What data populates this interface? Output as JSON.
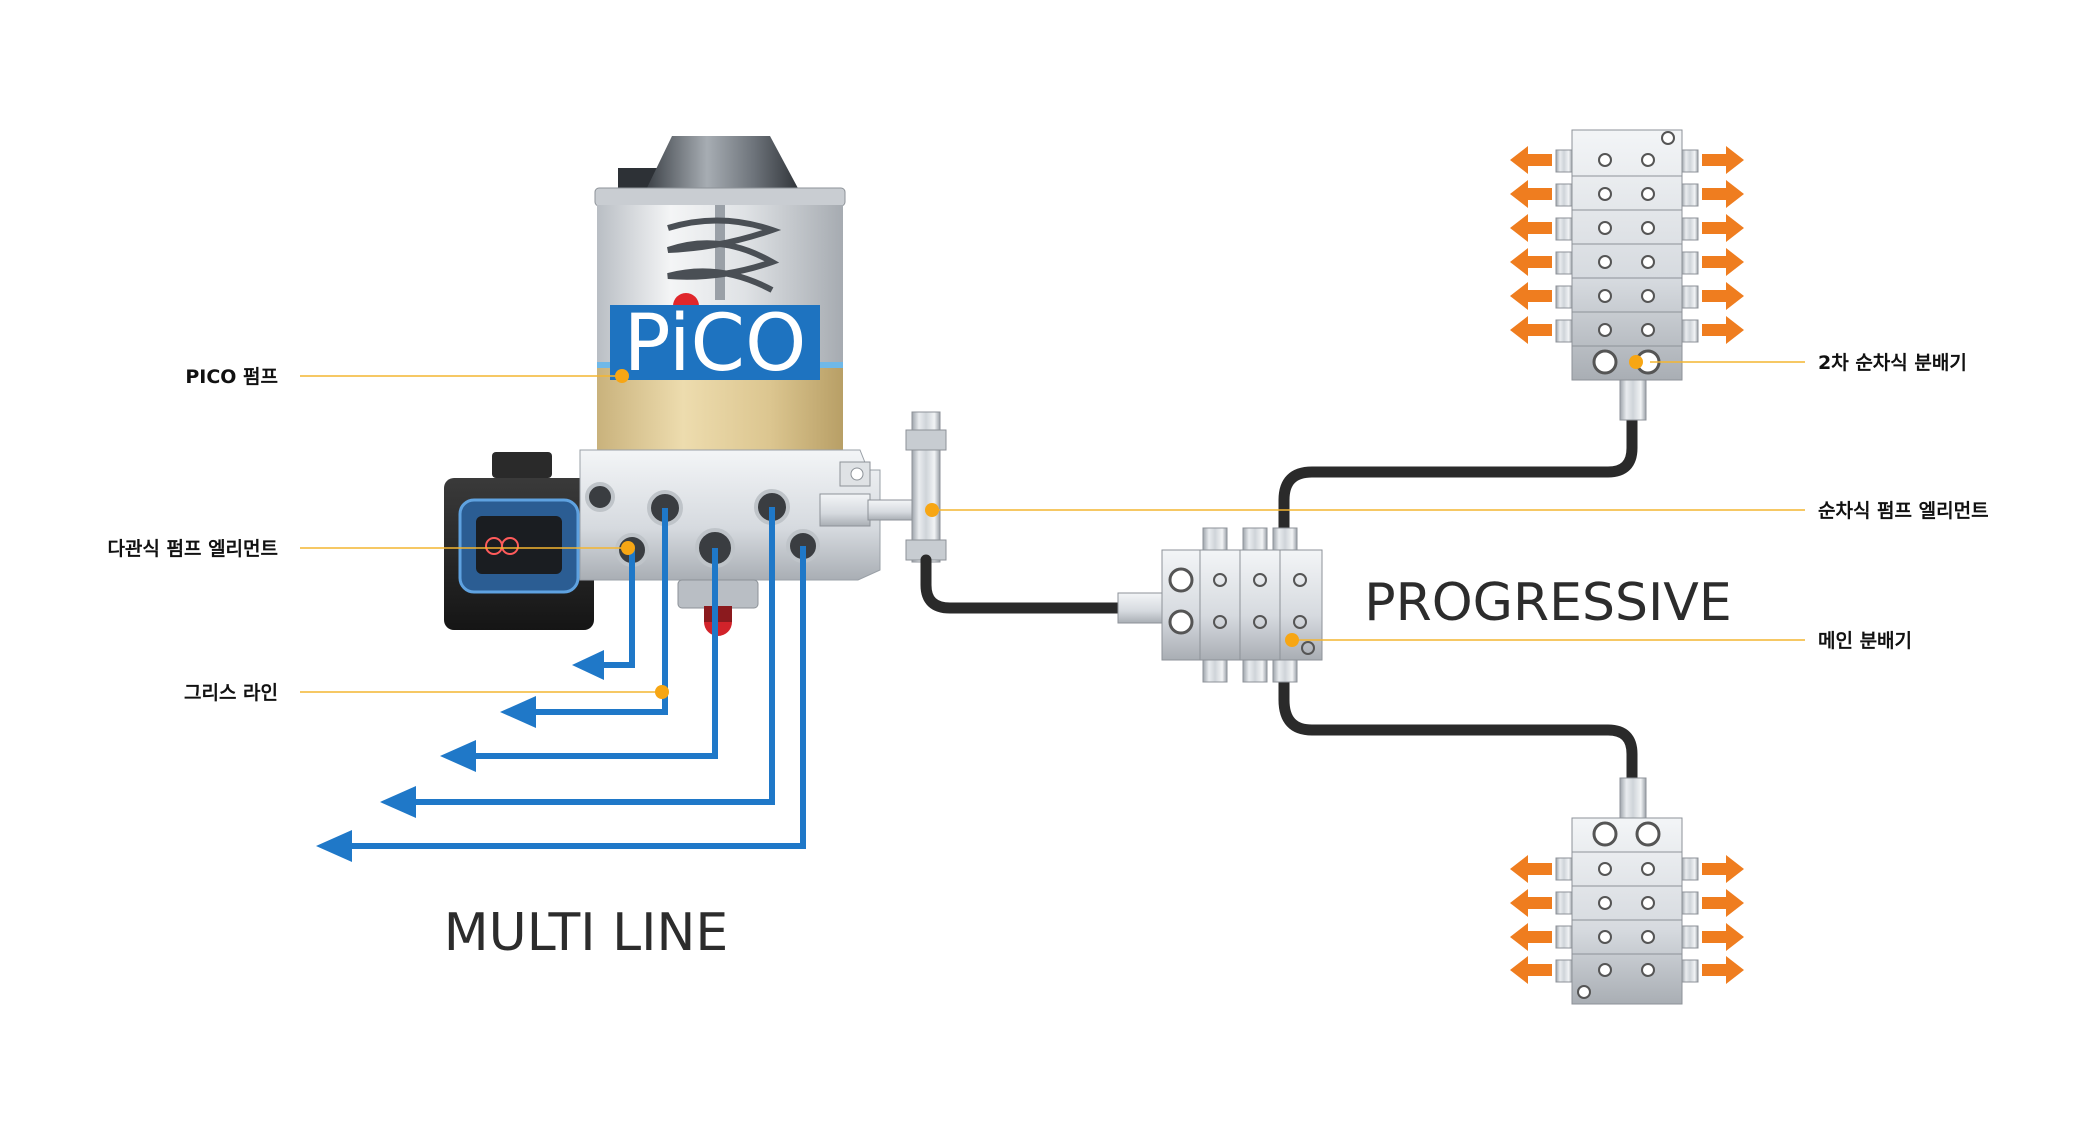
{
  "colors": {
    "leader_line": "#f4b531",
    "marker_dot": "#f7a614",
    "grease_line_blue": "#1f78c8",
    "outlet_arrow_orange": "#ef7d1f",
    "hose": "#2a2a2a",
    "brand_panel": "#1e73c0"
  },
  "pump": {
    "brand_text": "PiCO"
  },
  "labels": {
    "pico_pump": "PICO 펌프",
    "multiline_element": "다관식 펌프 엘리먼트",
    "grease_line": "그리스 라인",
    "secondary_divider": "2차 순차식 분배기",
    "progressive_element": "순차식 펌프 엘리먼트",
    "main_divider": "메인 분배기"
  },
  "titles": {
    "multi_line": "MULTI LINE",
    "progressive": "PROGRESSIVE"
  },
  "icons": {
    "arrow_left": "arrow-left-icon",
    "arrow_right": "arrow-right-icon",
    "marker": "marker-dot-icon"
  }
}
